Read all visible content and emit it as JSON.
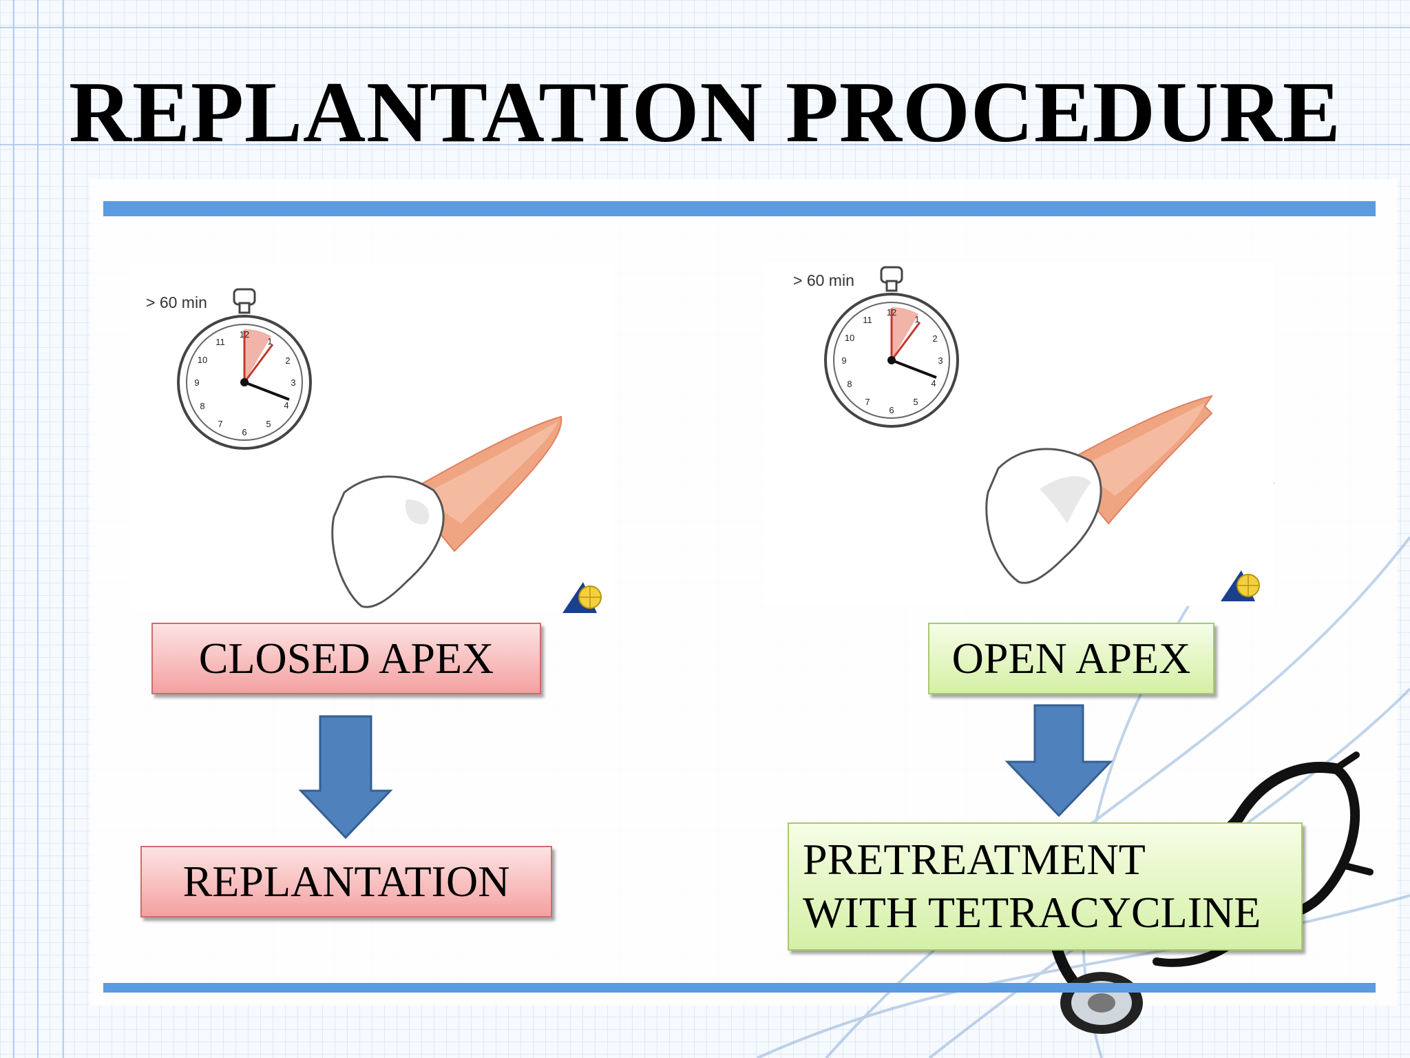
{
  "slide": {
    "title": "REPLANTATION PROCEDURE",
    "left": {
      "timer_label": "> 60 min",
      "condition": "CLOSED APEX",
      "result": "REPLANTATION"
    },
    "right": {
      "timer_label": "> 60 min",
      "condition": "OPEN APEX",
      "result_line1": "PRETREATMENT",
      "result_line2": "WITH TETRACYCLINE"
    }
  },
  "colors": {
    "rule": "#5b9be0",
    "arrow": "#4f81bd",
    "red_box": "#f4a1a1",
    "green_box": "#d4f0a6"
  },
  "icons": [
    "stopwatch-icon",
    "tooth-illustration",
    "publisher-logo-icon",
    "stethoscope-illustration",
    "down-arrow-icon"
  ]
}
